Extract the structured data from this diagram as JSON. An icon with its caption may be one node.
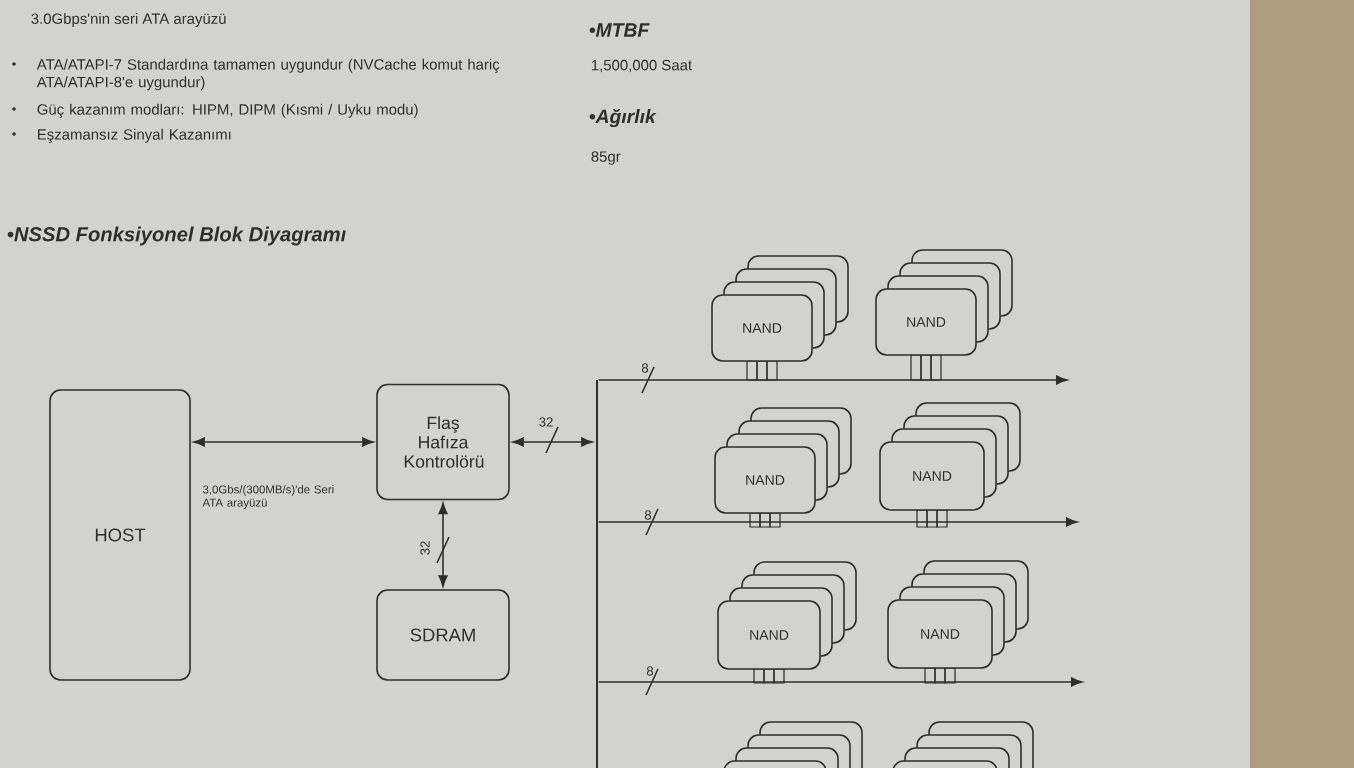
{
  "diagram": {
    "title": "•NSSD Fonksiyonel Blok Diyagramı",
    "nodes": [
      {
        "text": [
          "HOST"
        ]
      },
      {
        "text": [
          "Flaş Hafıza Kontrolörü"
        ]
      },
      {
        "text": [
          "SDRAM"
        ]
      },
      {
        "text": [
          "NAND"
        ]
      },
      {
        "text": [
          "NAND"
        ]
      },
      {
        "text": [
          "NAND"
        ]
      },
      {
        "text": [
          "NAND"
        ]
      },
      {
        "text": [
          "NAND"
        ]
      },
      {
        "text": [
          "NAND"
        ]
      },
      {
        "text": [],
        "shape": "box"
      },
      {
        "text": [],
        "shape": "box"
      },
      {
        "text": [],
        "shape": "bar"
      }
    ],
    "edges": [
      {
        "from": 0,
        "to": 1,
        "arrow": "both",
        "label": "3,0Gbs/(300MB/s)'de Seri ATA arayüzü"
      },
      {
        "from": 1,
        "to": 11,
        "arrow": "both",
        "label": "32"
      },
      {
        "from": 1,
        "to": 2,
        "arrow": "both",
        "label": "32"
      },
      {
        "from": 11,
        "to": null,
        "arrow": "to",
        "label": "8"
      },
      {
        "from": 11,
        "to": null,
        "arrow": "to",
        "label": "8"
      },
      {
        "from": 11,
        "to": null,
        "arrow": "to",
        "label": "8"
      }
    ],
    "labels": [
      "3.0Gbps'nin seri ATA arayüzü",
      "ATA/ATAPI-7 Standardına tamamen uygundur (NVCache komut hariç ATA/ATAPI-8'e uygundur)",
      "Güç kazanım modları: HIPM, DIPM (Kısmi / Uyku modu)",
      "Eşzamansız Sinyal Kazanımı",
      "•MTBF",
      "1,500,000 Saat",
      "•Ağırlık",
      "85gr"
    ]
  }
}
